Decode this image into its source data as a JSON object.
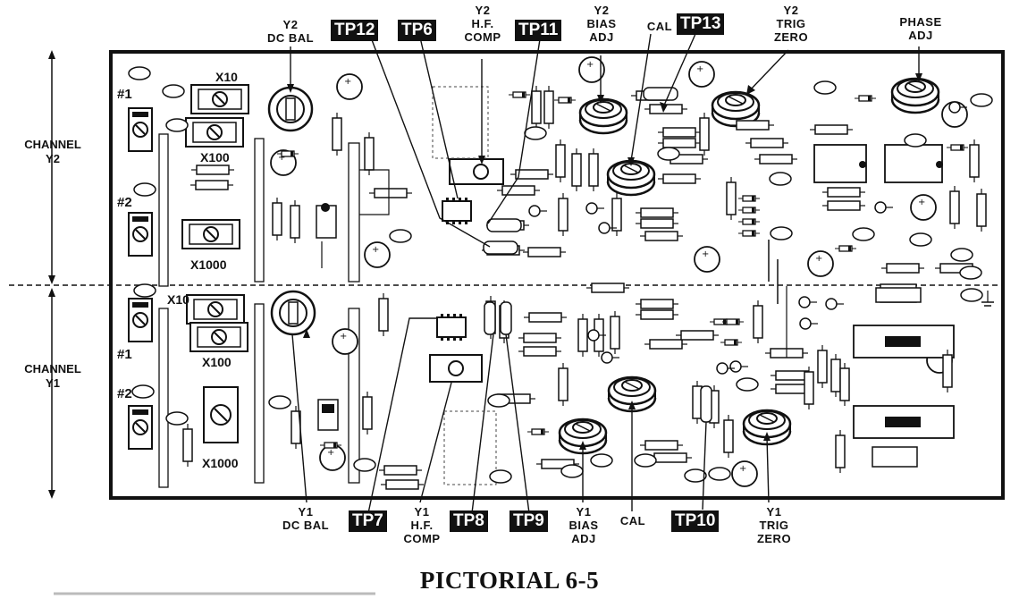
{
  "title": "PICTORIAL 6-5",
  "channels": {
    "upper": [
      "CHANNEL",
      "Y2"
    ],
    "lower": [
      "CHANNEL",
      "Y1"
    ]
  },
  "multipliers": {
    "x10": "X10",
    "x100": "X100",
    "x1000": "X1000"
  },
  "positions": {
    "first": "#1",
    "second": "#2"
  },
  "top_labels": {
    "y2_dc_bal": [
      "Y2",
      "DC BAL"
    ],
    "y2_hf_comp": [
      "Y2",
      "H.F.",
      "COMP"
    ],
    "y2_bias_adj": [
      "Y2",
      "BIAS",
      "ADJ"
    ],
    "cal": [
      "CAL"
    ],
    "y2_trig_zero": [
      "Y2",
      "TRIG",
      "ZERO"
    ],
    "phase_adj": [
      "PHASE",
      "ADJ"
    ]
  },
  "bottom_labels": {
    "y1_dc_bal": [
      "Y1",
      "DC BAL"
    ],
    "y1_hf_comp": [
      "Y1",
      "H.F.",
      "COMP"
    ],
    "y1_bias_adj": [
      "Y1",
      "BIAS",
      "ADJ"
    ],
    "cal": [
      "CAL"
    ],
    "y1_trig_zero": [
      "Y1",
      "TRIG",
      "ZERO"
    ]
  },
  "test_points": {
    "tp12": "TP12",
    "tp6": "TP6",
    "tp11": "TP11",
    "tp13": "TP13",
    "tp7": "TP7",
    "tp8": "TP8",
    "tp9": "TP9",
    "tp10": "TP10"
  }
}
